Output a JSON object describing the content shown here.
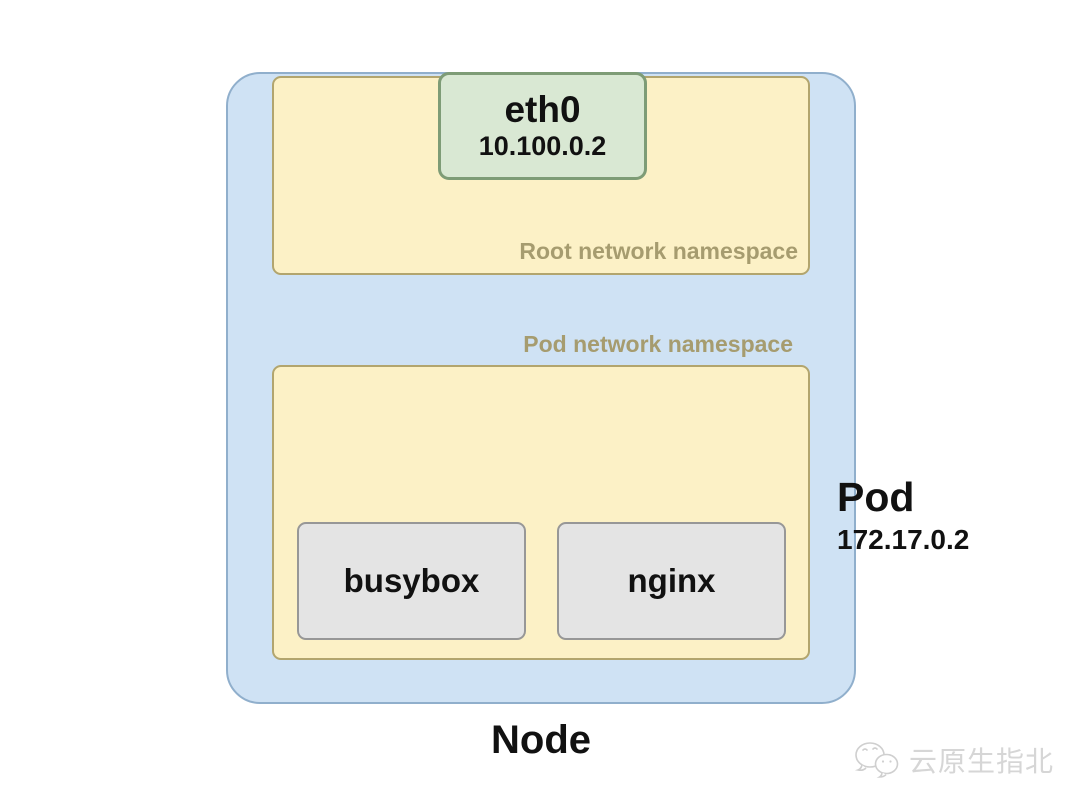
{
  "diagram": {
    "node": {
      "label": "Node"
    },
    "root_namespace": {
      "label": "Root network namespace",
      "interface": {
        "name": "eth0",
        "ip": "10.100.0.2"
      }
    },
    "pod_namespace": {
      "label": "Pod network namespace",
      "containers": [
        {
          "name": "busybox"
        },
        {
          "name": "nginx"
        }
      ]
    },
    "pod": {
      "label": "Pod",
      "ip": "172.17.0.2"
    },
    "watermark": {
      "text": "云原生指北",
      "icon": "wechat-logo-icon"
    },
    "colors": {
      "background": "#ffffff",
      "node_fill": "#cfe2f4",
      "node_border": "#90afcc",
      "namespace_fill": "#fcf1c6",
      "namespace_border": "#b2a56e",
      "namespace_label": "#a69c6f",
      "interface_fill": "#d9e8d3",
      "interface_border": "#7e9c76",
      "container_fill": "#e4e4e4",
      "container_border": "#979797",
      "text": "#111111",
      "watermark": "#d6d6d6"
    }
  }
}
